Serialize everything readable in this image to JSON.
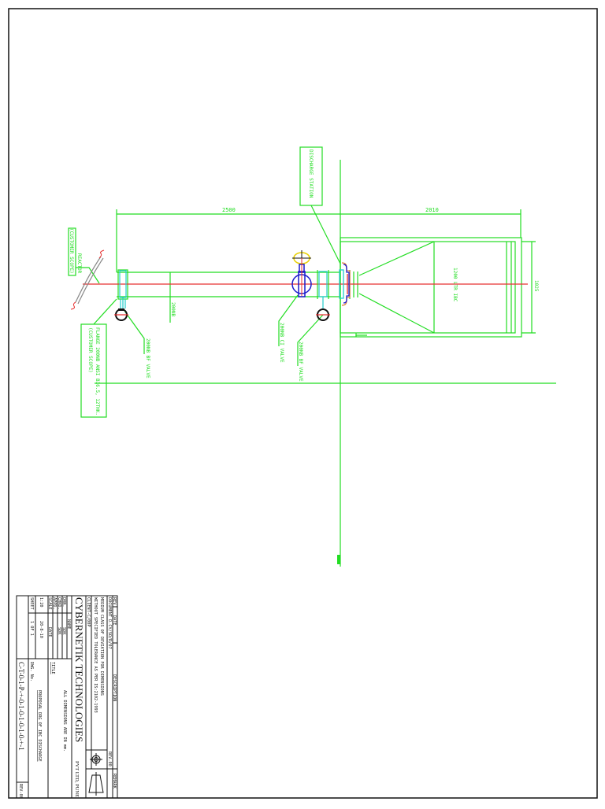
{
  "drawing": {
    "colors": {
      "linework": "#22dd22",
      "centerline": "#e83030",
      "valve_body": "#1a1acc",
      "flange": "#22cccc",
      "handwheel": "#e8d000",
      "gasket": "#e08040",
      "actuator": "#111111",
      "border": "#111111",
      "background": "#ffffff"
    },
    "dimensions": {
      "left_span": "2500",
      "right_span": "2010",
      "height": "1025"
    },
    "labels": {
      "discharge_station": "DISCHARGE STATION",
      "reactor": "REACTOR",
      "customer_scope": "(CUSTOMER SCOPE)",
      "flange_note_line1": "FLANGE 200NB ANSI B16.5, 12THK.",
      "flange_note_line2": "(CUSTOMER SCOPE)",
      "bf_valve_left": "200NB BF VALVE",
      "ci_valve": "200NB CI VALVE",
      "bf_valve_right": "200NB BF VALVE",
      "pipe_size": "200NB",
      "ibc": "1200 LTR IBC"
    }
  },
  "title_block": {
    "header": {
      "rev": "REV",
      "date": "DATE",
      "description": "DESCRIPTION",
      "remark": "REMARK"
    },
    "document_no": "DOCUMENT D.CY/SO/R/07",
    "rev_no": "REV.00",
    "tolerance_line1": "MEDIUM CLASS OF DEVIATION FOR DIMENSIONS",
    "tolerance_line2": "WITHOUT SPECIFIED TOLERANCE AS PER IS:2102-1993",
    "client": "CLIENT-C/00P",
    "company": "CYBERNETIK TECHNOLOGIES",
    "company_suffix": "PVT LTD, PUNE",
    "name_header": "NAME",
    "rows": [
      {
        "label": "DRN.",
        "name": "SDK"
      },
      {
        "label": "CHKD.",
        "name": "SDK"
      },
      {
        "label": "APPD.",
        "name": ""
      },
      {
        "label": "SCALE",
        "name": "DATE"
      },
      {
        "label": "1:20",
        "name": "20-8-10"
      },
      {
        "label": "SHEET",
        "name": "1 OF 1"
      }
    ],
    "units_note": "ALL DIMENSIONS ARE IN mm.",
    "title_label": "TITLE",
    "title": "PROPOSAL DRG OF IBC DISCHARGE",
    "dwg_no_label": "DWG. No.",
    "dwg_no": "C-T-0-1-P-+-0-1-0-1-0-1-0-+-1",
    "revision": "REV-00"
  }
}
